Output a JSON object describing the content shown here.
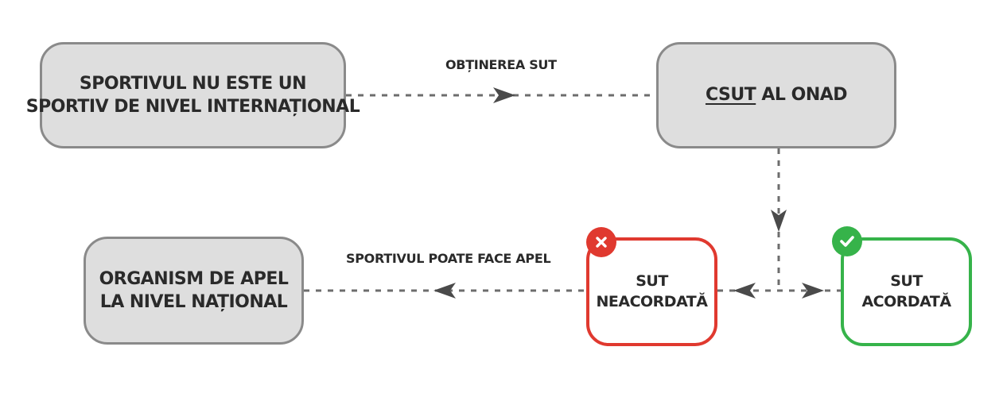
{
  "nodes": {
    "athlete": {
      "line1": "SPORTIVUL NU ESTE UN",
      "line2": "SPORTIV DE NIVEL INTERNAȚIONAL"
    },
    "csut": {
      "label_underlined": "CSUT",
      "label_rest": " AL ONAD"
    },
    "appeal_body": {
      "line1": "ORGANISM DE APEL",
      "line2": "LA NIVEL NAȚIONAL"
    },
    "tue_denied": {
      "line1": "SUT",
      "line2": "NEACORDATĂ"
    },
    "tue_granted": {
      "line1": "SUT",
      "line2": "ACORDATĂ"
    }
  },
  "edges": {
    "obtain": "OBȚINEREA SUT",
    "appeal": "SPORTIVUL POATE FACE APEL"
  },
  "icons": {
    "denied": "x-icon",
    "granted": "check-icon"
  },
  "colors": {
    "denied": "#e0392f",
    "granted": "#36b34a",
    "node_fill": "#dedede",
    "node_border": "#8a8a8a",
    "connector": "#555555"
  }
}
